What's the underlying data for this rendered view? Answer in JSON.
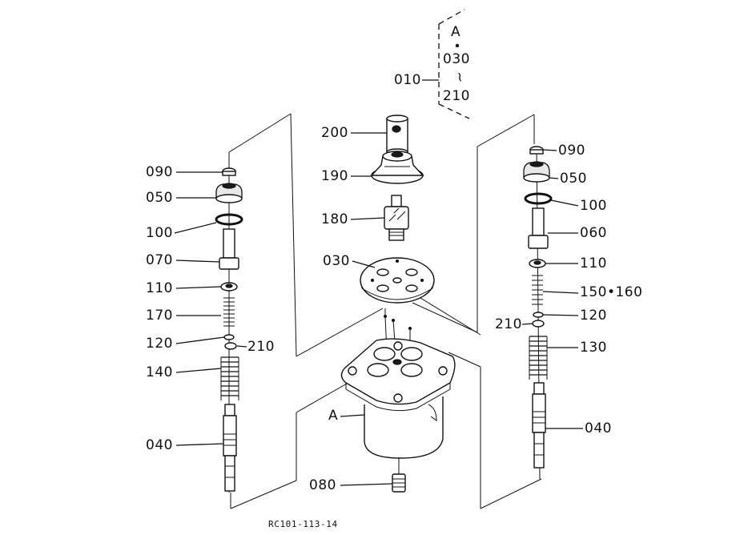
{
  "labels": {
    "inset_a": "A",
    "inset_030": "030",
    "inset_tilde": "~",
    "inset_210": "210",
    "inset_010": "010",
    "p200": "200",
    "p190": "190",
    "p180": "180",
    "p030": "030",
    "left_090": "090",
    "left_050": "050",
    "left_100": "100",
    "left_070": "070",
    "left_110": "110",
    "left_170": "170",
    "left_120": "120",
    "left_210": "210",
    "left_140": "140",
    "left_040": "040",
    "right_090": "090",
    "right_050": "050",
    "right_100": "100",
    "right_060": "060",
    "right_110": "110",
    "right_150_160": "150•160",
    "right_210": "210",
    "right_120": "120",
    "right_130": "130",
    "right_040": "040",
    "housing_a": "A",
    "p080": "080",
    "ref_code": "RC101-113-14"
  },
  "colors": {
    "ink": "#111111",
    "paper": "#ffffff"
  }
}
